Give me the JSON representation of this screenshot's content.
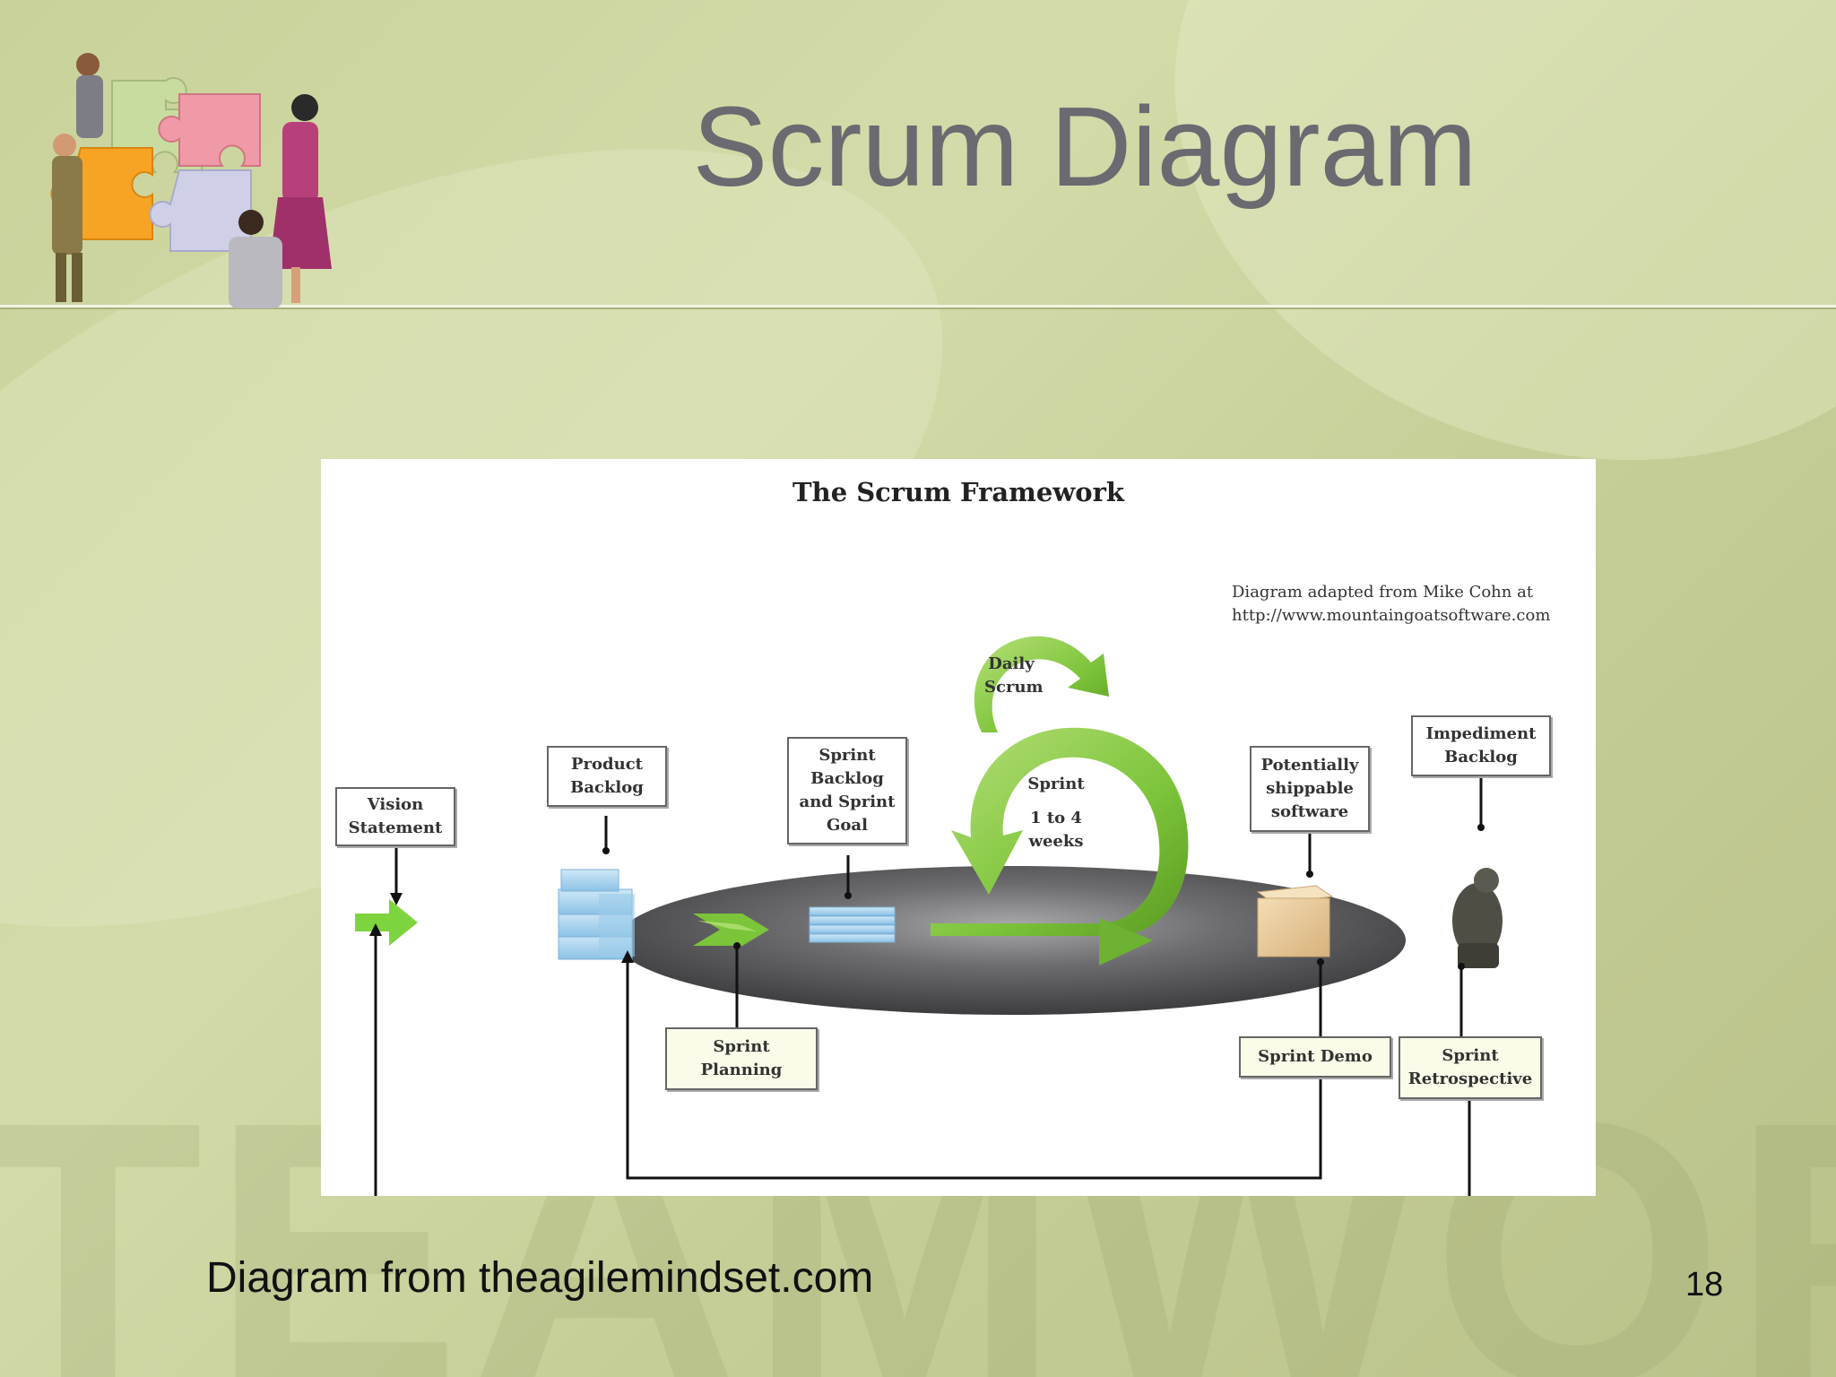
{
  "slide": {
    "title": "Scrum Diagram",
    "footer_text": "Diagram from theagilemindset.com",
    "page_number": "18",
    "watermark": "TEAMWORK"
  },
  "diagram": {
    "title": "The Scrum Framework",
    "credit_line1": "Diagram adapted from Mike Cohn at",
    "credit_line2": "http://www.mountaingoatsoftware.com",
    "labels": {
      "vision_statement": "Vision\nStatement",
      "product_backlog": "Product\nBacklog",
      "sprint_backlog": "Sprint\nBacklog\nand Sprint\nGoal",
      "daily_scrum": "Daily\nScrum",
      "sprint": "Sprint",
      "sprint_duration": "1 to 4\nweeks",
      "potentially_shippable": "Potentially\nshippable\nsoftware",
      "impediment_backlog": "Impediment\nBacklog",
      "sprint_planning": "Sprint\nPlanning",
      "sprint_demo": "Sprint Demo",
      "sprint_retrospective": "Sprint\nRetrospective"
    }
  },
  "colors": {
    "background": "#c9d29a",
    "title_text": "#6a6a70",
    "arrow_green": "#7cc43a",
    "platform_dark": "#4a4a4c",
    "backlog_blue": "#a9d3ef"
  },
  "icons": {
    "clipart": "teamwork-puzzle-people-illustration",
    "thinker": "thinker-statue-icon",
    "box": "cardboard-box-icon"
  }
}
